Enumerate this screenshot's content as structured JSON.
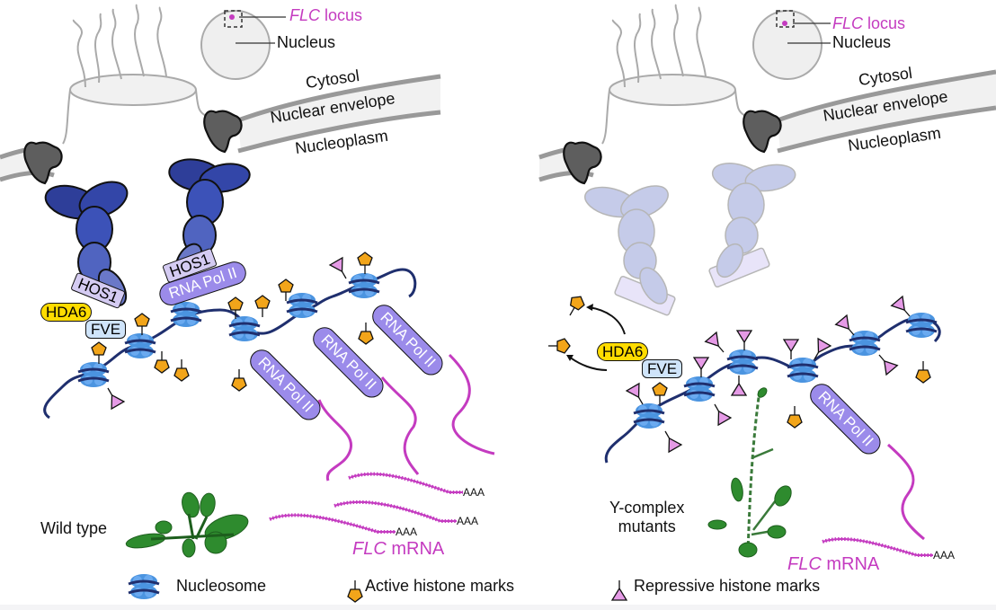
{
  "figure": {
    "colors": {
      "magenta": "#c43bc0",
      "nuclear_pore": "#5e5e5e",
      "pore_complex_blue": "#3346a8",
      "hda6": "#ffdc00",
      "fve": "#cfe4fa",
      "hos1": "#d4cbf2",
      "rna_pol": "#9b8bea",
      "nucleosome": "#4b94e0",
      "dna": "#1f2f6e",
      "active_mark": "#f2a51a",
      "repressive_mark": "#e59ae6",
      "plant": "#2e8b2e"
    },
    "left_panel": {
      "inset": {
        "locus_label_italic": "FLC",
        "locus_label_rest": " locus",
        "nucleus_label": "Nucleus"
      },
      "compartments": {
        "cytosol": "Cytosol",
        "envelope": "Nuclear envelope",
        "nucleoplasm": "Nucleoplasm"
      },
      "proteins": {
        "hos1_a": "HOS1",
        "hos1_b": "HOS1",
        "hda6": "HDA6",
        "fve": "FVE"
      },
      "pol_labels": [
        "RNA Pol II",
        "RNA Pol II",
        "RNA Pol II",
        "RNA Pol II"
      ],
      "mrna": {
        "polya": [
          "AAA",
          "AAA",
          "AAA"
        ],
        "label_italic": "FLC",
        "label_rest": " mRNA"
      },
      "plant_label": "Wild type"
    },
    "right_panel": {
      "inset": {
        "locus_label_italic": "FLC",
        "locus_label_rest": " locus",
        "nucleus_label": "Nucleus"
      },
      "compartments": {
        "cytosol": "Cytosol",
        "envelope": "Nuclear envelope",
        "nucleoplasm": "Nucleoplasm"
      },
      "proteins": {
        "hda6": "HDA6",
        "fve": "FVE"
      },
      "pol_labels": [
        "RNA Pol II"
      ],
      "mrna": {
        "polya": [
          "AAA"
        ],
        "label_italic": "FLC",
        "label_rest": " mRNA"
      },
      "plant_label_line1": "Y-complex",
      "plant_label_line2": "mutants"
    },
    "legend": [
      {
        "icon": "nucleosome-icon",
        "label": "Nucleosome"
      },
      {
        "icon": "active-mark-icon",
        "label": "Active histone marks"
      },
      {
        "icon": "repressive-mark-icon",
        "label": "Repressive histone marks"
      }
    ]
  }
}
